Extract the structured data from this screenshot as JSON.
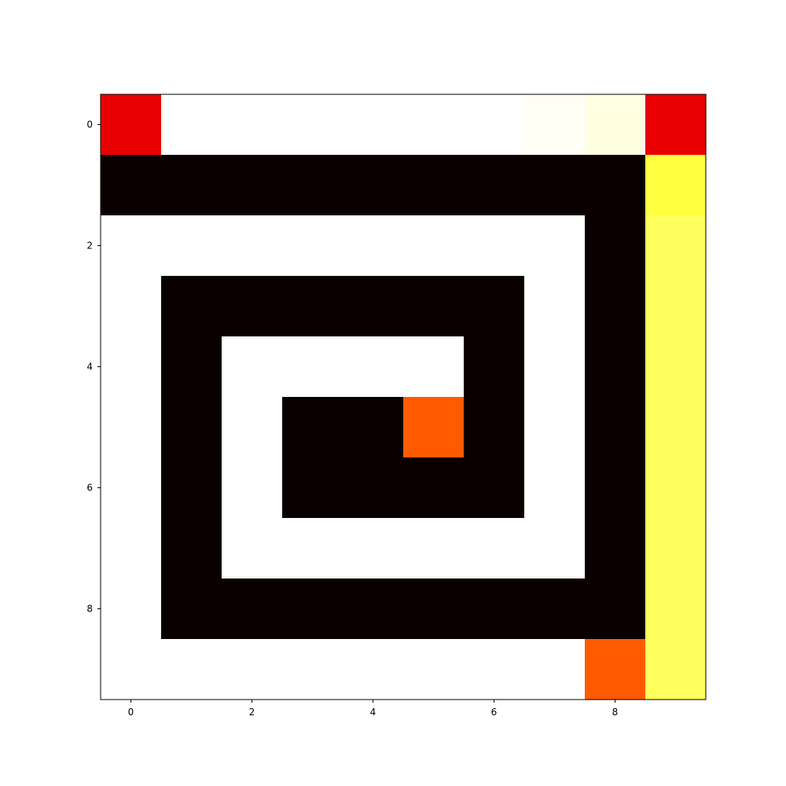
{
  "chart_data": {
    "type": "heatmap",
    "title": "",
    "xlabel": "",
    "ylabel": "",
    "rows": 10,
    "cols": 10,
    "xlim": [
      -0.5,
      9.5
    ],
    "ylim": [
      9.5,
      -0.5
    ],
    "xticks": [
      0,
      2,
      4,
      6,
      8
    ],
    "yticks": [
      0,
      2,
      4,
      6,
      8
    ],
    "xtick_labels": [
      "0",
      "2",
      "4",
      "6",
      "8"
    ],
    "ytick_labels": [
      "0",
      "2",
      "4",
      "6",
      "8"
    ],
    "colormap": "hot",
    "value_range": [
      0,
      1
    ],
    "grid": false,
    "values": [
      [
        0.33,
        1.0,
        1.0,
        1.0,
        1.0,
        1.0,
        1.0,
        0.99,
        0.97,
        0.33
      ],
      [
        0.0,
        0.0,
        0.0,
        0.0,
        0.0,
        0.0,
        0.0,
        0.0,
        0.0,
        0.81
      ],
      [
        1.0,
        1.0,
        1.0,
        1.0,
        1.0,
        1.0,
        1.0,
        1.0,
        0.0,
        0.84
      ],
      [
        1.0,
        0.0,
        0.0,
        0.0,
        0.0,
        0.0,
        0.0,
        1.0,
        0.0,
        0.84
      ],
      [
        1.0,
        0.0,
        1.0,
        1.0,
        1.0,
        1.0,
        0.0,
        1.0,
        0.0,
        0.84
      ],
      [
        1.0,
        0.0,
        1.0,
        0.0,
        0.0,
        0.5,
        0.0,
        1.0,
        0.0,
        0.84
      ],
      [
        1.0,
        0.0,
        1.0,
        0.0,
        0.0,
        0.0,
        0.0,
        1.0,
        0.0,
        0.84
      ],
      [
        1.0,
        0.0,
        1.0,
        1.0,
        1.0,
        1.0,
        1.0,
        1.0,
        0.0,
        0.84
      ],
      [
        1.0,
        0.0,
        0.0,
        0.0,
        0.0,
        0.0,
        0.0,
        0.0,
        0.0,
        0.84
      ],
      [
        1.0,
        1.0,
        1.0,
        1.0,
        1.0,
        1.0,
        1.0,
        1.0,
        0.5,
        0.84
      ]
    ]
  }
}
